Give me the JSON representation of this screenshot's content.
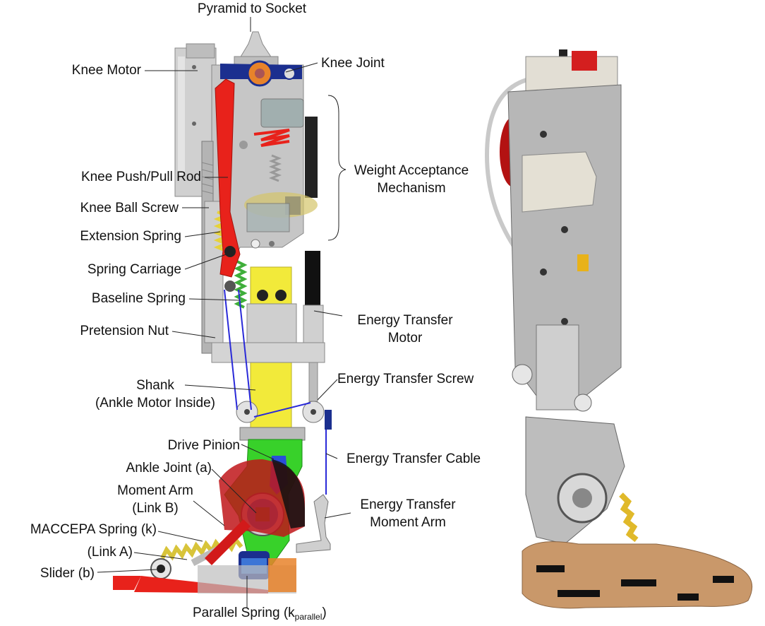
{
  "labels": {
    "pyramid": "Pyramid to Socket",
    "knee_motor": "Knee Motor",
    "knee_joint": "Knee Joint",
    "weight_acceptance": [
      "Weight Acceptance",
      "Mechanism"
    ],
    "push_pull_rod": "Knee Push/Pull Rod",
    "ball_screw": "Knee Ball Screw",
    "extension_spring": "Extension Spring",
    "spring_carriage": "Spring Carriage",
    "baseline_spring": "Baseline Spring",
    "pretension_nut": "Pretension Nut",
    "et_motor": [
      "Energy Transfer",
      "Motor"
    ],
    "shank": [
      "Shank",
      "(Ankle Motor Inside)"
    ],
    "et_screw": "Energy Transfer Screw",
    "drive_pinion": "Drive Pinion",
    "ankle_joint": "Ankle Joint (a)",
    "et_cable": "Energy Transfer Cable",
    "moment_arm": [
      "Moment Arm",
      "(Link B)"
    ],
    "et_moment_arm": [
      "Energy Transfer",
      "Moment Arm"
    ],
    "maccepa": "MACCEPA Spring (k)",
    "link_a": "(Link A)",
    "slider": "Slider (b)",
    "parallel_spring": "Parallel Spring (k",
    "parallel_sub": "parallel",
    "parallel_close": ")"
  },
  "colors": {
    "frame": "#c9c9c9",
    "frame_dark": "#8f8f8f",
    "push_rod": "#e8221b",
    "spring_yellow": "#e6d23a",
    "shank": "#f2ea3a",
    "ankle_green": "#38d12a",
    "knee_joint_blue": "#1b2f8f",
    "cable_blue": "#2a2ad8",
    "orange": "#e8832a",
    "skin": "#c9986a"
  }
}
